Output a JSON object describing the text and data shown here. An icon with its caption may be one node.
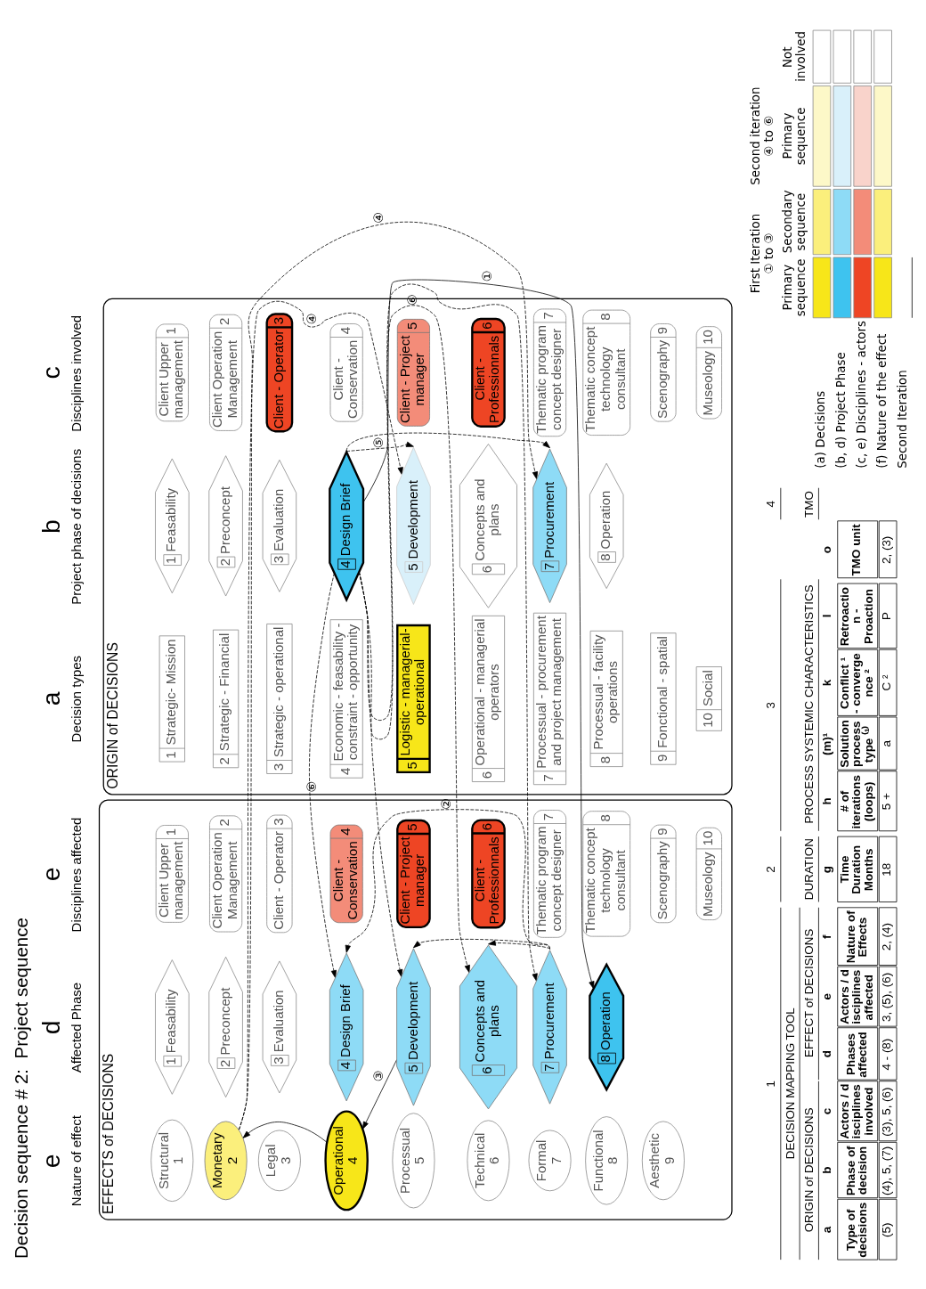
{
  "diagram": {
    "title": "Decision sequence # 2:  Project sequence",
    "nodes": [
      {
        "text": [
          "ORIGIN of DECISIONS"
        ]
      },
      {
        "text": [
          "Strategic- Mission",
          "1"
        ],
        "in": 0
      },
      {
        "text": [
          "Strategic - Financial",
          "2"
        ],
        "in": 0
      },
      {
        "text": [
          "Strategic - operational",
          "3"
        ],
        "in": 0
      },
      {
        "text": [
          "Economic - feasability - constraint - opportunity",
          "4"
        ],
        "in": 0
      },
      {
        "text": [
          "Logistic - managerial- operational",
          "5"
        ],
        "in": 0
      },
      {
        "text": [
          "Operational - managerial operators",
          "6"
        ],
        "in": 0
      },
      {
        "text": [
          "Processual - procurement and project management",
          "7"
        ],
        "in": 0
      },
      {
        "text": [
          "Processual - facility operations",
          "8"
        ],
        "in": 0
      },
      {
        "text": [
          "Fonctional - spatial",
          "9"
        ],
        "in": 0
      },
      {
        "text": [
          "Social",
          "10"
        ],
        "in": 0
      },
      {
        "text": [
          "Feasability",
          "1"
        ],
        "in": 0
      },
      {
        "text": [
          "Preconcept",
          "2"
        ],
        "in": 0
      },
      {
        "text": [
          "Evaluation",
          "3"
        ],
        "in": 0
      },
      {
        "text": [
          "Design Brief",
          "4"
        ],
        "in": 0
      },
      {
        "text": [
          "Development",
          "5"
        ],
        "in": 0
      },
      {
        "text": [
          "Concepts and plans",
          "6"
        ],
        "in": 0
      },
      {
        "text": [
          "Procurement",
          "7"
        ],
        "in": 0
      },
      {
        "text": [
          "Operation",
          "8"
        ],
        "in": 0
      },
      {
        "text": [
          "Client Upper management",
          "1"
        ],
        "in": 0
      },
      {
        "text": [
          "Client Operation Management",
          "2"
        ],
        "in": 0
      },
      {
        "text": [
          "Client - Operator",
          "3"
        ],
        "in": 0
      },
      {
        "text": [
          "Client - Conservation",
          "4"
        ],
        "in": 0
      },
      {
        "text": [
          "Client - Project manager",
          "5"
        ],
        "in": 0
      },
      {
        "text": [
          "Client - Professionnals",
          "6"
        ],
        "in": 0
      },
      {
        "text": [
          "Thematic program concept designer",
          "7"
        ],
        "in": 0
      },
      {
        "text": [
          "Thematic concept technology consultant",
          "8"
        ],
        "in": 0
      },
      {
        "text": [
          "Scenography",
          "9"
        ],
        "in": 0
      },
      {
        "text": [
          "Museology",
          "10"
        ],
        "in": 0
      },
      {
        "text": [
          "EFFECTS of DECISIONS"
        ]
      },
      {
        "text": [
          "Feasability",
          "1"
        ],
        "in": 29
      },
      {
        "text": [
          "Preconcept",
          "2"
        ],
        "in": 29
      },
      {
        "text": [
          "Evaluation",
          "3"
        ],
        "in": 29
      },
      {
        "text": [
          "Design Brief",
          "4"
        ],
        "in": 29
      },
      {
        "text": [
          "Development",
          "5"
        ],
        "in": 29
      },
      {
        "text": [
          "Concepts and plans",
          "6"
        ],
        "in": 29
      },
      {
        "text": [
          "Procurement",
          "7"
        ],
        "in": 29
      },
      {
        "text": [
          "Operation",
          "8"
        ],
        "in": 29
      },
      {
        "text": [
          "Client Upper management",
          "1"
        ],
        "in": 29
      },
      {
        "text": [
          "Client Operation Management",
          "2"
        ],
        "in": 29
      },
      {
        "text": [
          "Client - Operator",
          "3"
        ],
        "in": 29
      },
      {
        "text": [
          "Client - Conservation",
          "4"
        ],
        "in": 29
      },
      {
        "text": [
          "Client - Project manager",
          "5"
        ],
        "in": 29
      },
      {
        "text": [
          "Client - Professionnals",
          "6"
        ],
        "in": 29
      },
      {
        "text": [
          "Thematic program concept designer",
          "7"
        ],
        "in": 29
      },
      {
        "text": [
          "Thematic concept technology consultant",
          "8"
        ],
        "in": 29
      },
      {
        "text": [
          "Scenography",
          "9"
        ],
        "in": 29
      },
      {
        "text": [
          "Museology",
          "10"
        ],
        "in": 29
      },
      {
        "text": [
          "Structural",
          "1"
        ],
        "in": 29
      },
      {
        "text": [
          "Monetary",
          "2"
        ],
        "in": 29
      },
      {
        "text": [
          "Legal",
          "3"
        ],
        "in": 29
      },
      {
        "text": [
          "Operational",
          "4"
        ],
        "in": 29
      },
      {
        "text": [
          "Processual",
          "5"
        ],
        "in": 29
      },
      {
        "text": [
          "Technical",
          "6"
        ],
        "in": 29
      },
      {
        "text": [
          "Formal",
          "7"
        ],
        "in": 29
      },
      {
        "text": [
          "Functional",
          "8"
        ],
        "in": 29
      },
      {
        "text": [
          "Aesthetic",
          "9"
        ],
        "in": 29
      }
    ],
    "edges": [
      {
        "from": 14,
        "to": 37,
        "arrow": "to",
        "label": "①"
      },
      {
        "from": 36,
        "to": 33,
        "arrow": "to",
        "style": "dashed",
        "label": "②"
      },
      {
        "from": 36,
        "to": 34,
        "arrow": "to",
        "style": "dashed"
      },
      {
        "from": 36,
        "to": 35,
        "arrow": "to",
        "style": "dashed"
      },
      {
        "from": 34,
        "to": 51,
        "arrow": "to",
        "label": "③"
      },
      {
        "from": 51,
        "to": 49,
        "arrow": "to"
      },
      {
        "from": 49,
        "to": 15,
        "arrow": "to",
        "style": "dashed",
        "label": "④"
      },
      {
        "from": 49,
        "to": 17,
        "arrow": "to",
        "style": "dashed",
        "label": "④"
      },
      {
        "from": 14,
        "to": 15,
        "arrow": "to",
        "style": "dashed",
        "label": "⑤"
      },
      {
        "from": 14,
        "to": 17,
        "arrow": "to",
        "style": "dashed"
      },
      {
        "from": 14,
        "to": 33,
        "arrow": "to",
        "style": "dashed",
        "label": "⑥"
      },
      {
        "from": 14,
        "to": 34,
        "arrow": "to",
        "style": "dashed"
      },
      {
        "from": 14,
        "to": 35,
        "arrow": "to",
        "style": "dashed",
        "label": "⑥"
      },
      {
        "from": 14,
        "to": 36,
        "arrow": "to",
        "style": "dashed"
      }
    ],
    "labels": [
      "a",
      "Decision types",
      "b",
      "Project phase of decisions",
      "c",
      "Disciplines involved",
      "d",
      "Affected Phase",
      "e",
      "Disciplines affected",
      "e",
      "Nature of effect",
      "First Iteration ① to ③",
      "Second iteration ④ to ⑥",
      "Primary sequence",
      "Secondary sequence",
      "Primary sequence",
      "Not involved",
      "1",
      "2",
      "3",
      "4",
      "DECISION MAPPING TOOL",
      "ORIGIN of DECISIONS",
      "EFFECT of DECISIONS",
      "DURATION",
      "PROCESS SYSTEMIC CHARACTERISTICS",
      "TMO",
      "a",
      "b",
      "c",
      "d",
      "e",
      "f",
      "g",
      "h",
      "(m)¹",
      "k",
      "l",
      "o",
      "Type of decisions",
      "Phase of decision",
      "Actors / disciplines involved",
      "Phases affected",
      "Actors / disciplines affected",
      "Nature of Effects",
      "Time Duration Months",
      "# of iterations (loops)",
      "Solution process type ⁽¹⁾",
      "Conflict ¹ - convergence ²",
      "Retroaction - Proaction",
      "TMO unit",
      "(5)",
      "(4), 5, (7)",
      "(3), 5, (6)",
      "4 - (8)",
      "3, (5), (6)",
      "2, (4)",
      "18",
      "5 +",
      "a",
      "C ²",
      "P",
      "2, (3)"
    ],
    "legend": [
      {
        "text": "(a) Decisions"
      },
      {
        "text": "(b, d) Project Phase"
      },
      {
        "text": "(c, e) Disciplines - actors"
      },
      {
        "text": "(f) Nature of the effect"
      },
      {
        "text": "Second Iteration"
      }
    ]
  }
}
